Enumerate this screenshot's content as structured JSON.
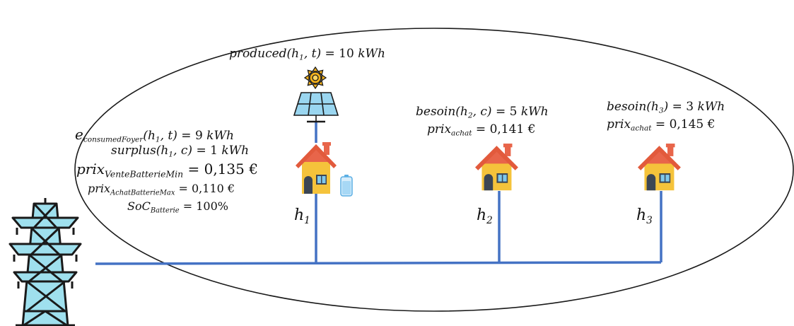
{
  "colors": {
    "wire": "#4472c4",
    "house_wall": "#f5c33b",
    "house_roof": "#e8654a",
    "door": "#3c4654",
    "window": "#7fc8ec",
    "panel": "#9ad6f0",
    "sun": "#f5b21c",
    "pylon": "#9fe0ee",
    "battery": "#a7d8f5"
  },
  "icons": [
    "sun-icon",
    "solar-panel-icon",
    "house-icon",
    "battery-icon",
    "electric-pylon-icon"
  ],
  "top": {
    "produced_fn": "produced",
    "produced_args": "(h",
    "produced_sub": "1",
    "produced_rest": ", t)",
    "produced_eq": " = 10 ",
    "produced_unit": "kWh"
  },
  "h1": {
    "label": "h",
    "sub": "1",
    "consumed_e": "e",
    "consumed_sub": "consumedFoyer",
    "consumed_args": "(h",
    "consumed_args_sub": "1",
    "consumed_rest": ", t)",
    "consumed_eq": " = 9 ",
    "consumed_unit": "kWh",
    "surplus_fn": "surplus",
    "surplus_args": "(h",
    "surplus_args_sub": "1",
    "surplus_rest": ", c)",
    "surplus_eq": " = 1 ",
    "surplus_unit": "kWh",
    "vente_prix": "prix",
    "vente_sub": "VenteBatterieMin",
    "vente_eq": " = 0,135 €",
    "achat_prix": "prix",
    "achat_sub": "AchatBatterieMax",
    "achat_eq": " = 0,110 €",
    "soc": "SoC",
    "soc_sub": "Batterie",
    "soc_eq": " = 100%"
  },
  "h2": {
    "label": "h",
    "sub": "2",
    "besoin_fn": "besoin",
    "besoin_args": "(h",
    "besoin_args_sub": "2",
    "besoin_rest": ", c)",
    "besoin_eq": " = 5 ",
    "besoin_unit": "kWh",
    "prix": "prix",
    "prix_sub": "achat",
    "prix_eq": " = 0,141 €"
  },
  "h3": {
    "label": "h",
    "sub": "3",
    "besoin_fn": "besoin",
    "besoin_args": "(h",
    "besoin_args_sub": "3",
    "besoin_rest": ")",
    "besoin_eq": " = 3 ",
    "besoin_unit": "kWh",
    "prix": "prix",
    "prix_sub": "achat",
    "prix_eq": " = 0,145 €"
  }
}
